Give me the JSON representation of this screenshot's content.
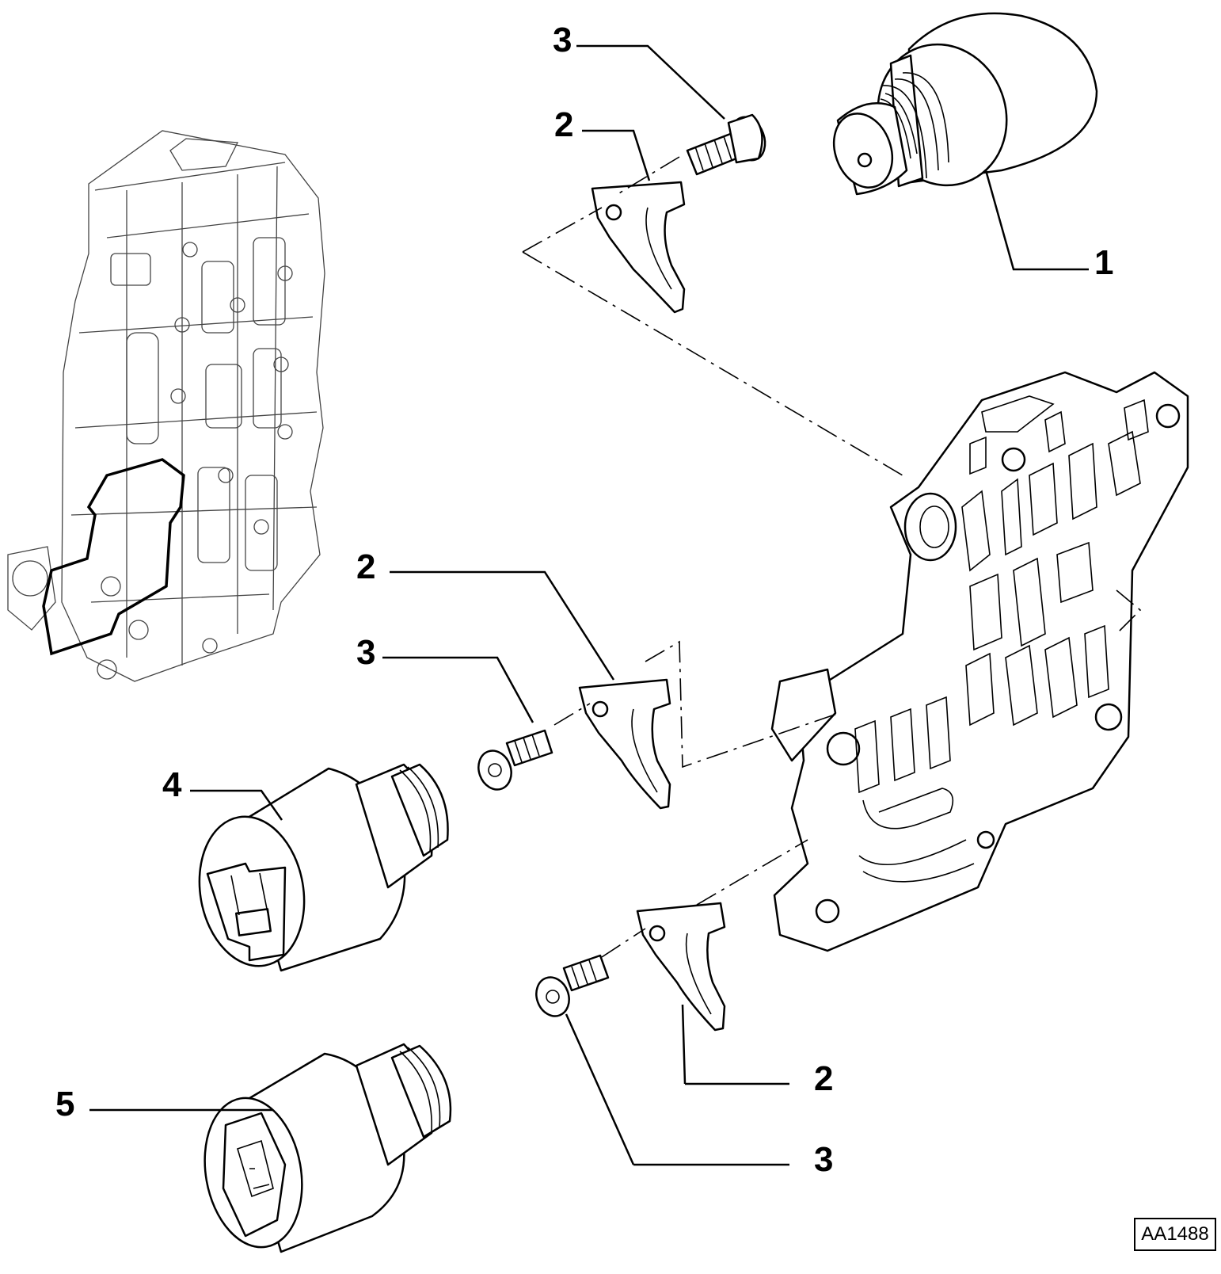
{
  "reference_code": "AA1488",
  "callouts": {
    "c1": "1",
    "c2a": "2",
    "c2b": "2",
    "c2c": "2",
    "c3a": "3",
    "c3b": "3",
    "c3c": "3",
    "c4": "4",
    "c5": "5"
  }
}
